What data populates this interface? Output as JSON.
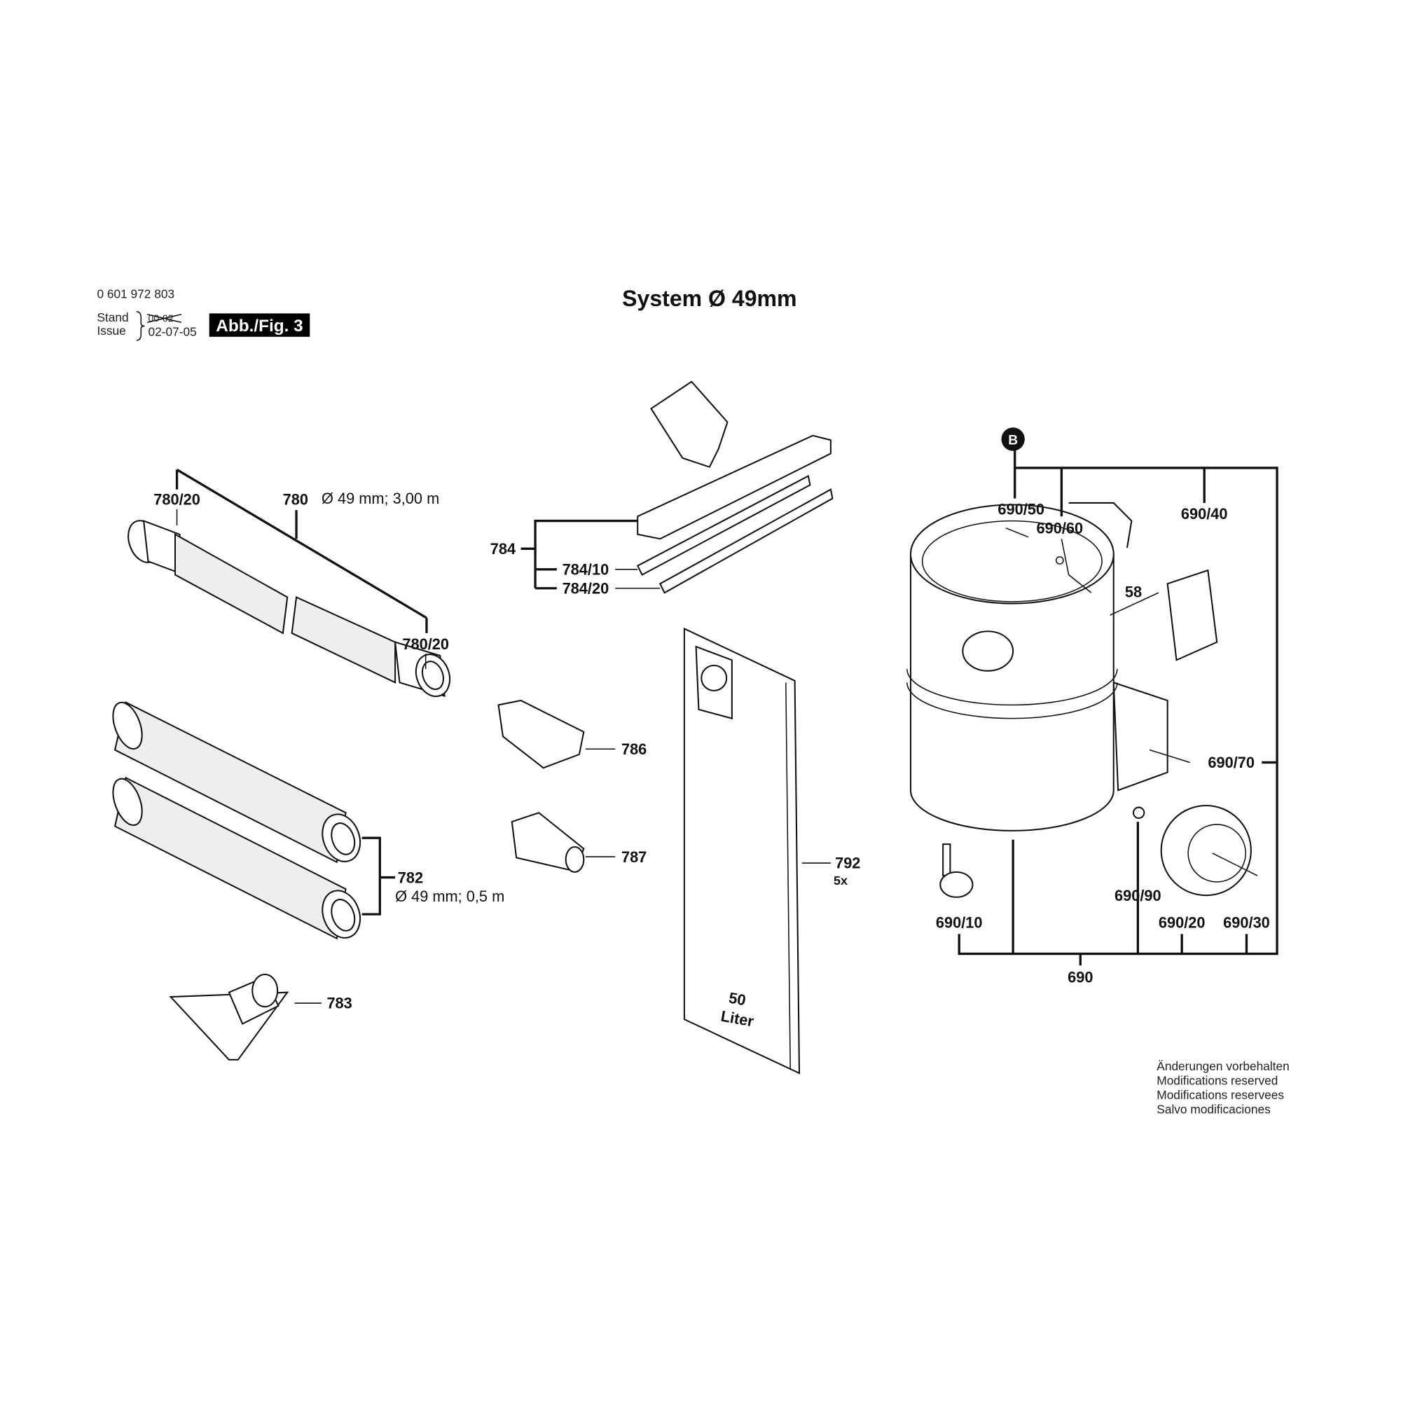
{
  "header": {
    "part_number": "0 601 972 803",
    "stand_label": "Stand",
    "issue_label": "Issue",
    "issue_date": "02-07-05",
    "figure_label": "Abb./Fig. 3",
    "title": "System Ø 49mm"
  },
  "callouts": {
    "c780_20a": "780/20",
    "c780": "780",
    "c780_spec": "Ø 49 mm; 3,00 m",
    "c780_20b": "780/20",
    "c784": "784",
    "c784_10": "784/10",
    "c784_20": "784/20",
    "c786": "786",
    "c787": "787",
    "c782": "782",
    "c782_spec": "Ø 49 mm; 0,5 m",
    "c783": "783",
    "c792": "792",
    "c792_qty": "5x",
    "bag_text_1": "50",
    "bag_text_2": "Liter",
    "marker_b": "B",
    "c690_50": "690/50",
    "c690_60": "690/60",
    "c690_40": "690/40",
    "c58": "58",
    "c690_70": "690/70",
    "c690_90": "690/90",
    "c690_20": "690/20",
    "c690_30": "690/30",
    "c690_10": "690/10",
    "c690": "690"
  },
  "notes": [
    "Änderungen vorbehalten",
    "Modifications reserved",
    "Modifications reservees",
    "Salvo modificaciones"
  ]
}
